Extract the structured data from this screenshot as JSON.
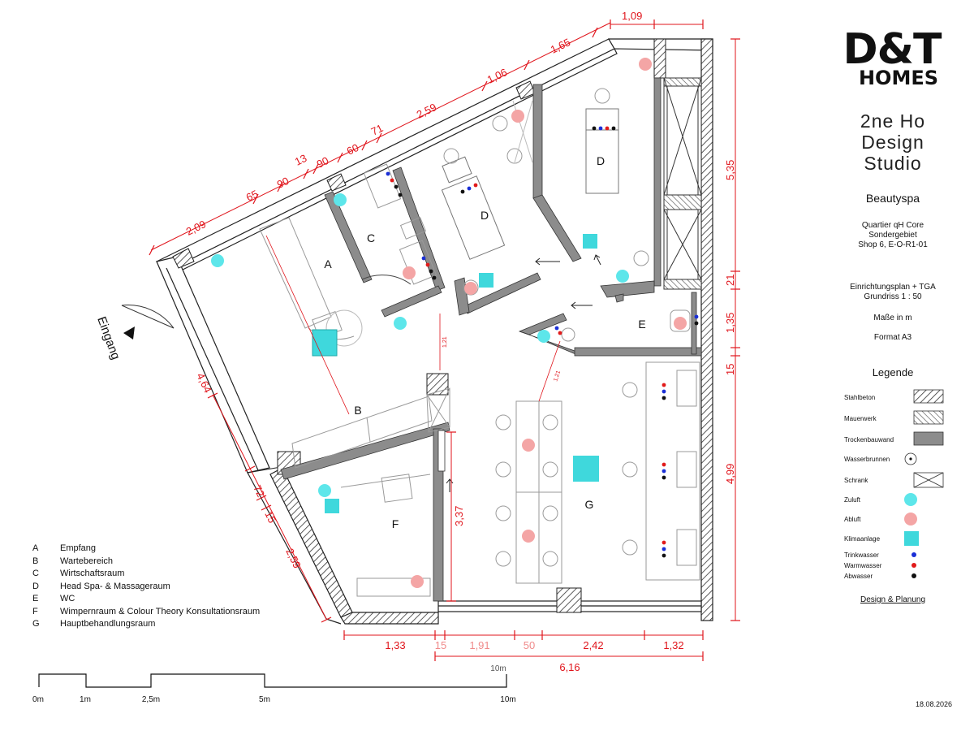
{
  "brand": {
    "logo_text_top": "D&T",
    "logo_text_bottom": "HOMES",
    "studio_lines": [
      "2ne Ho",
      "Design",
      "Studio"
    ]
  },
  "project": {
    "name": "Beautyspa",
    "address_lines": [
      "Quartier qH Core",
      "Sondergebiet",
      "Shop 6, E-O-R1-01"
    ],
    "plan_lines": [
      "Einrichtungsplan + TGA",
      "Grundriss 1 : 50"
    ],
    "units": "Maße in m",
    "format": "Format A3",
    "credit": "Design & Planung",
    "date": "18.08.2026"
  },
  "legend": {
    "title": "Legende",
    "items": [
      {
        "key": "stahlbeton",
        "label": "Stahlbeton"
      },
      {
        "key": "mauerwerk",
        "label": "Mauerwerk"
      },
      {
        "key": "trockenbau",
        "label": "Trockenbauwand"
      },
      {
        "key": "wasserbrunnen",
        "label": "Wasserbrunnen"
      },
      {
        "key": "schrank",
        "label": "Schrank"
      },
      {
        "key": "zuluft",
        "label": "Zuluft"
      },
      {
        "key": "abluft",
        "label": "Abluft"
      },
      {
        "key": "klima",
        "label": "Klimaanlage"
      },
      {
        "key": "trinkwasser",
        "label": "Trinkwasser"
      },
      {
        "key": "warmwasser",
        "label": "Warmwasser"
      },
      {
        "key": "abwasser",
        "label": "Abwasser"
      }
    ]
  },
  "rooms": [
    {
      "letter": "A",
      "name": "Empfang"
    },
    {
      "letter": "B",
      "name": "Wartebereich"
    },
    {
      "letter": "C",
      "name": "Wirtschaftsraum"
    },
    {
      "letter": "D",
      "name": "Head Spa- & Massageraum"
    },
    {
      "letter": "E",
      "name": "WC"
    },
    {
      "letter": "F",
      "name": "Wimpernraum & Colour Theory Konsultationsraum"
    },
    {
      "letter": "G",
      "name": "Hauptbehandlungsraum"
    }
  ],
  "plan_labels": {
    "entrance": "Eingang",
    "room_A": "A",
    "room_B": "B",
    "room_C": "C",
    "room_D1": "D",
    "room_D2": "D",
    "room_E": "E",
    "room_F": "F",
    "room_G": "G"
  },
  "dimensions": {
    "top": [
      "2,09",
      "65",
      "90",
      "13",
      "90",
      "60",
      "71",
      "2,59",
      "1,06",
      "1,65",
      "1,09"
    ],
    "right": [
      "5,35",
      "21",
      "1,35",
      "15",
      "4,99"
    ],
    "left": [
      "4,64",
      "72",
      "15",
      "2,59"
    ],
    "bottom": [
      "1,33",
      "15",
      "1,91",
      "50",
      "2,42",
      "1,32"
    ],
    "bottom_total": "6,16",
    "bottom_faint": "10m",
    "inner": [
      "3,37",
      "1,21",
      "1,21"
    ]
  },
  "scale_bar": {
    "labels": [
      "0m",
      "1m",
      "2,5m",
      "5m",
      "10m"
    ]
  },
  "colors": {
    "dimension_red": "#e0141b",
    "zuluft_cyan": "#5de6ea",
    "abluft_pink": "#f4a5a5",
    "klima_cyan": "#3fd8dc",
    "trinkwasser_blue": "#1a2fd6",
    "warmwasser_red": "#e11a1a",
    "abwasser_black": "#111111",
    "wall_gray": "#8c8c8c"
  }
}
